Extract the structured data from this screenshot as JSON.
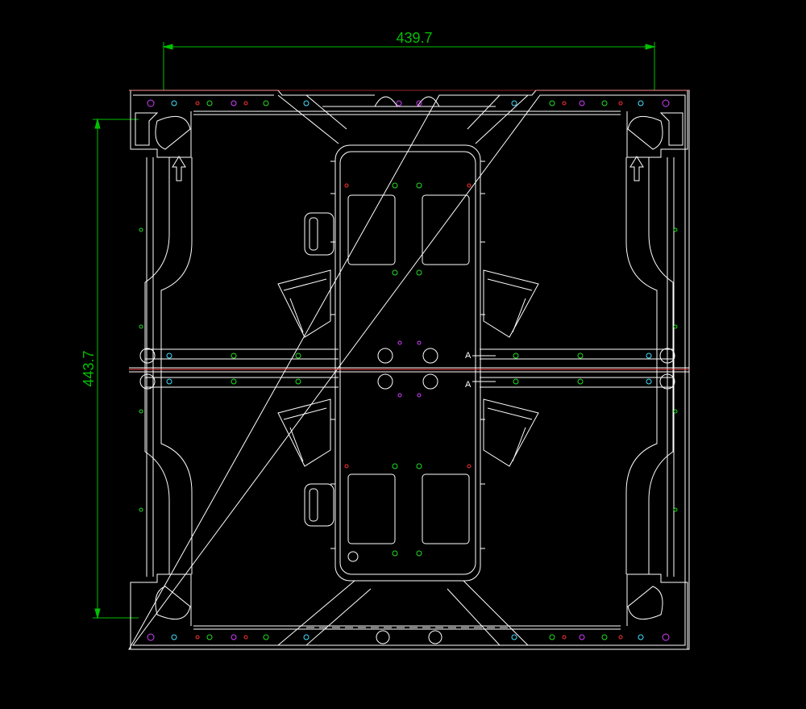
{
  "drawing": {
    "dimensions": {
      "width_label": "439.7",
      "height_label": "443.7"
    },
    "section_markers": [
      "A",
      "A"
    ],
    "colors": {
      "background": "#000000",
      "outline": "#ffffff",
      "dimension": "#00c000",
      "hole_green": "#22dd22",
      "hole_magenta": "#d040ff",
      "hole_red": "#ff3030",
      "hole_cyan": "#40e0ff",
      "center_line": "#ff4040"
    }
  }
}
